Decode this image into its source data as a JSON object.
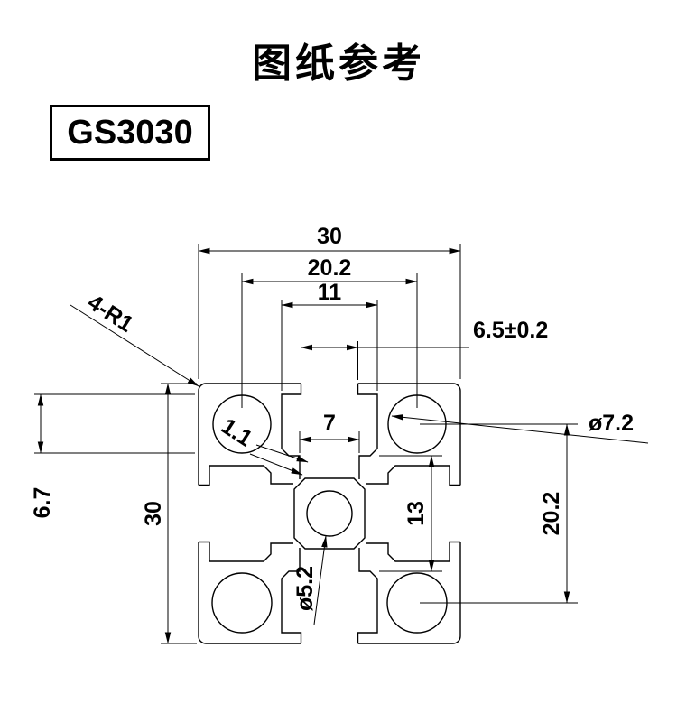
{
  "header": {
    "title": "图纸参考",
    "model": "GS3030"
  },
  "drawing": {
    "dims": {
      "top_width": "30",
      "top_hole_spacing": "20.2",
      "slot_inner_width": "11",
      "slot_opening": "6.5±0.2",
      "corner_radius": "4-R1",
      "lip_thickness": "1.1",
      "channel_width": "7",
      "corner_hole_dia": "ø7.2",
      "slot_depth": "6.7",
      "height": "30",
      "cavity_spacing": "13",
      "side_hole_spacing": "20.2",
      "center_hole_dia": "ø5.2"
    }
  }
}
